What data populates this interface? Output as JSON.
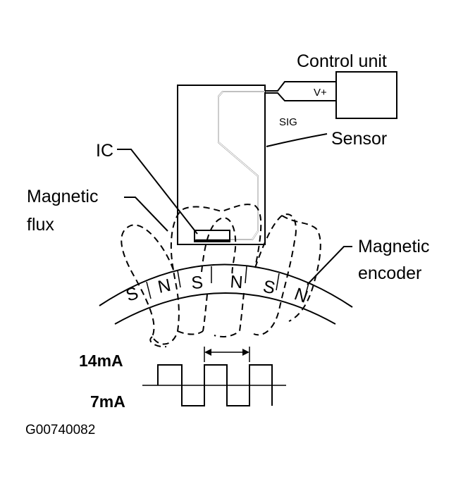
{
  "labels": {
    "control_unit": "Control unit",
    "v_plus": "V+",
    "sig": "SIG",
    "sensor": "Sensor",
    "ic": "IC",
    "magnetic_flux_1": "Magnetic",
    "magnetic_flux_2": "flux",
    "magnetic_encoder_1": "Magnetic",
    "magnetic_encoder_2": "encoder",
    "current_high": "14mA",
    "current_low": "7mA",
    "figure_code": "G00740082"
  },
  "poles": [
    "S",
    "N",
    "S",
    "N",
    "S",
    "N"
  ]
}
